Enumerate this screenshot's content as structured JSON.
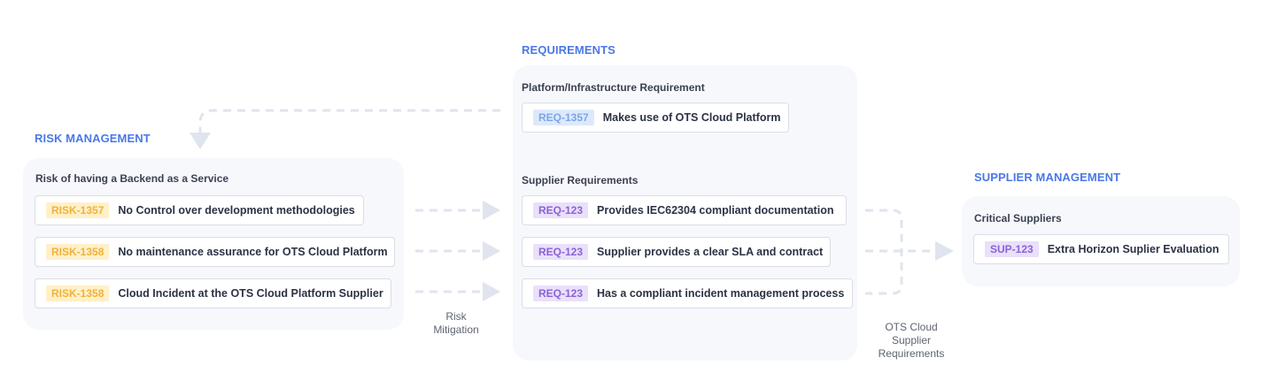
{
  "sections": {
    "requirements": "REQUIREMENTS",
    "risk_management": "RISK MANAGEMENT",
    "supplier_management": "SUPPLIER MANAGEMENT"
  },
  "risk": {
    "group_title": "Risk of having a Backend as a Service",
    "items": [
      {
        "id": "RISK-1357",
        "text": "No Control over development methodologies"
      },
      {
        "id": "RISK-1358",
        "text": "No maintenance assurance for OTS Cloud Platform"
      },
      {
        "id": "RISK-1358",
        "text": "Cloud Incident at the OTS Cloud Platform Supplier"
      }
    ]
  },
  "requirements": {
    "platform_group_title": "Platform/Infrastructure Requirement",
    "platform_item": {
      "id": "REQ-1357",
      "text": "Makes use of OTS Cloud Platform"
    },
    "supplier_group_title": "Supplier Requirements",
    "supplier_items": [
      {
        "id": "REQ-123",
        "text": "Provides IEC62304 compliant documentation"
      },
      {
        "id": "REQ-123",
        "text": "Supplier provides a clear SLA and contract"
      },
      {
        "id": "REQ-123",
        "text": "Has a compliant incident management process"
      }
    ]
  },
  "supplier": {
    "group_title": "Critical Suppliers",
    "item": {
      "id": "SUP-123",
      "text": "Extra Horizon Suplier Evaluation"
    }
  },
  "captions": {
    "risk_mitigation": [
      "Risk",
      "Mitigation"
    ],
    "ots": [
      "OTS Cloud",
      "Supplier",
      "Requirements"
    ]
  },
  "colors": {
    "accent": "#4a78e8",
    "risk_badge_text": "#f1b23a",
    "risk_badge_bg": "#fff0c8",
    "req_badge_text": "#8c62d6",
    "req_badge_bg": "#e9e0fa",
    "req_blue_text": "#7ba7e6",
    "req_blue_bg": "#dde9fb",
    "connector": "#dfe4ee"
  }
}
